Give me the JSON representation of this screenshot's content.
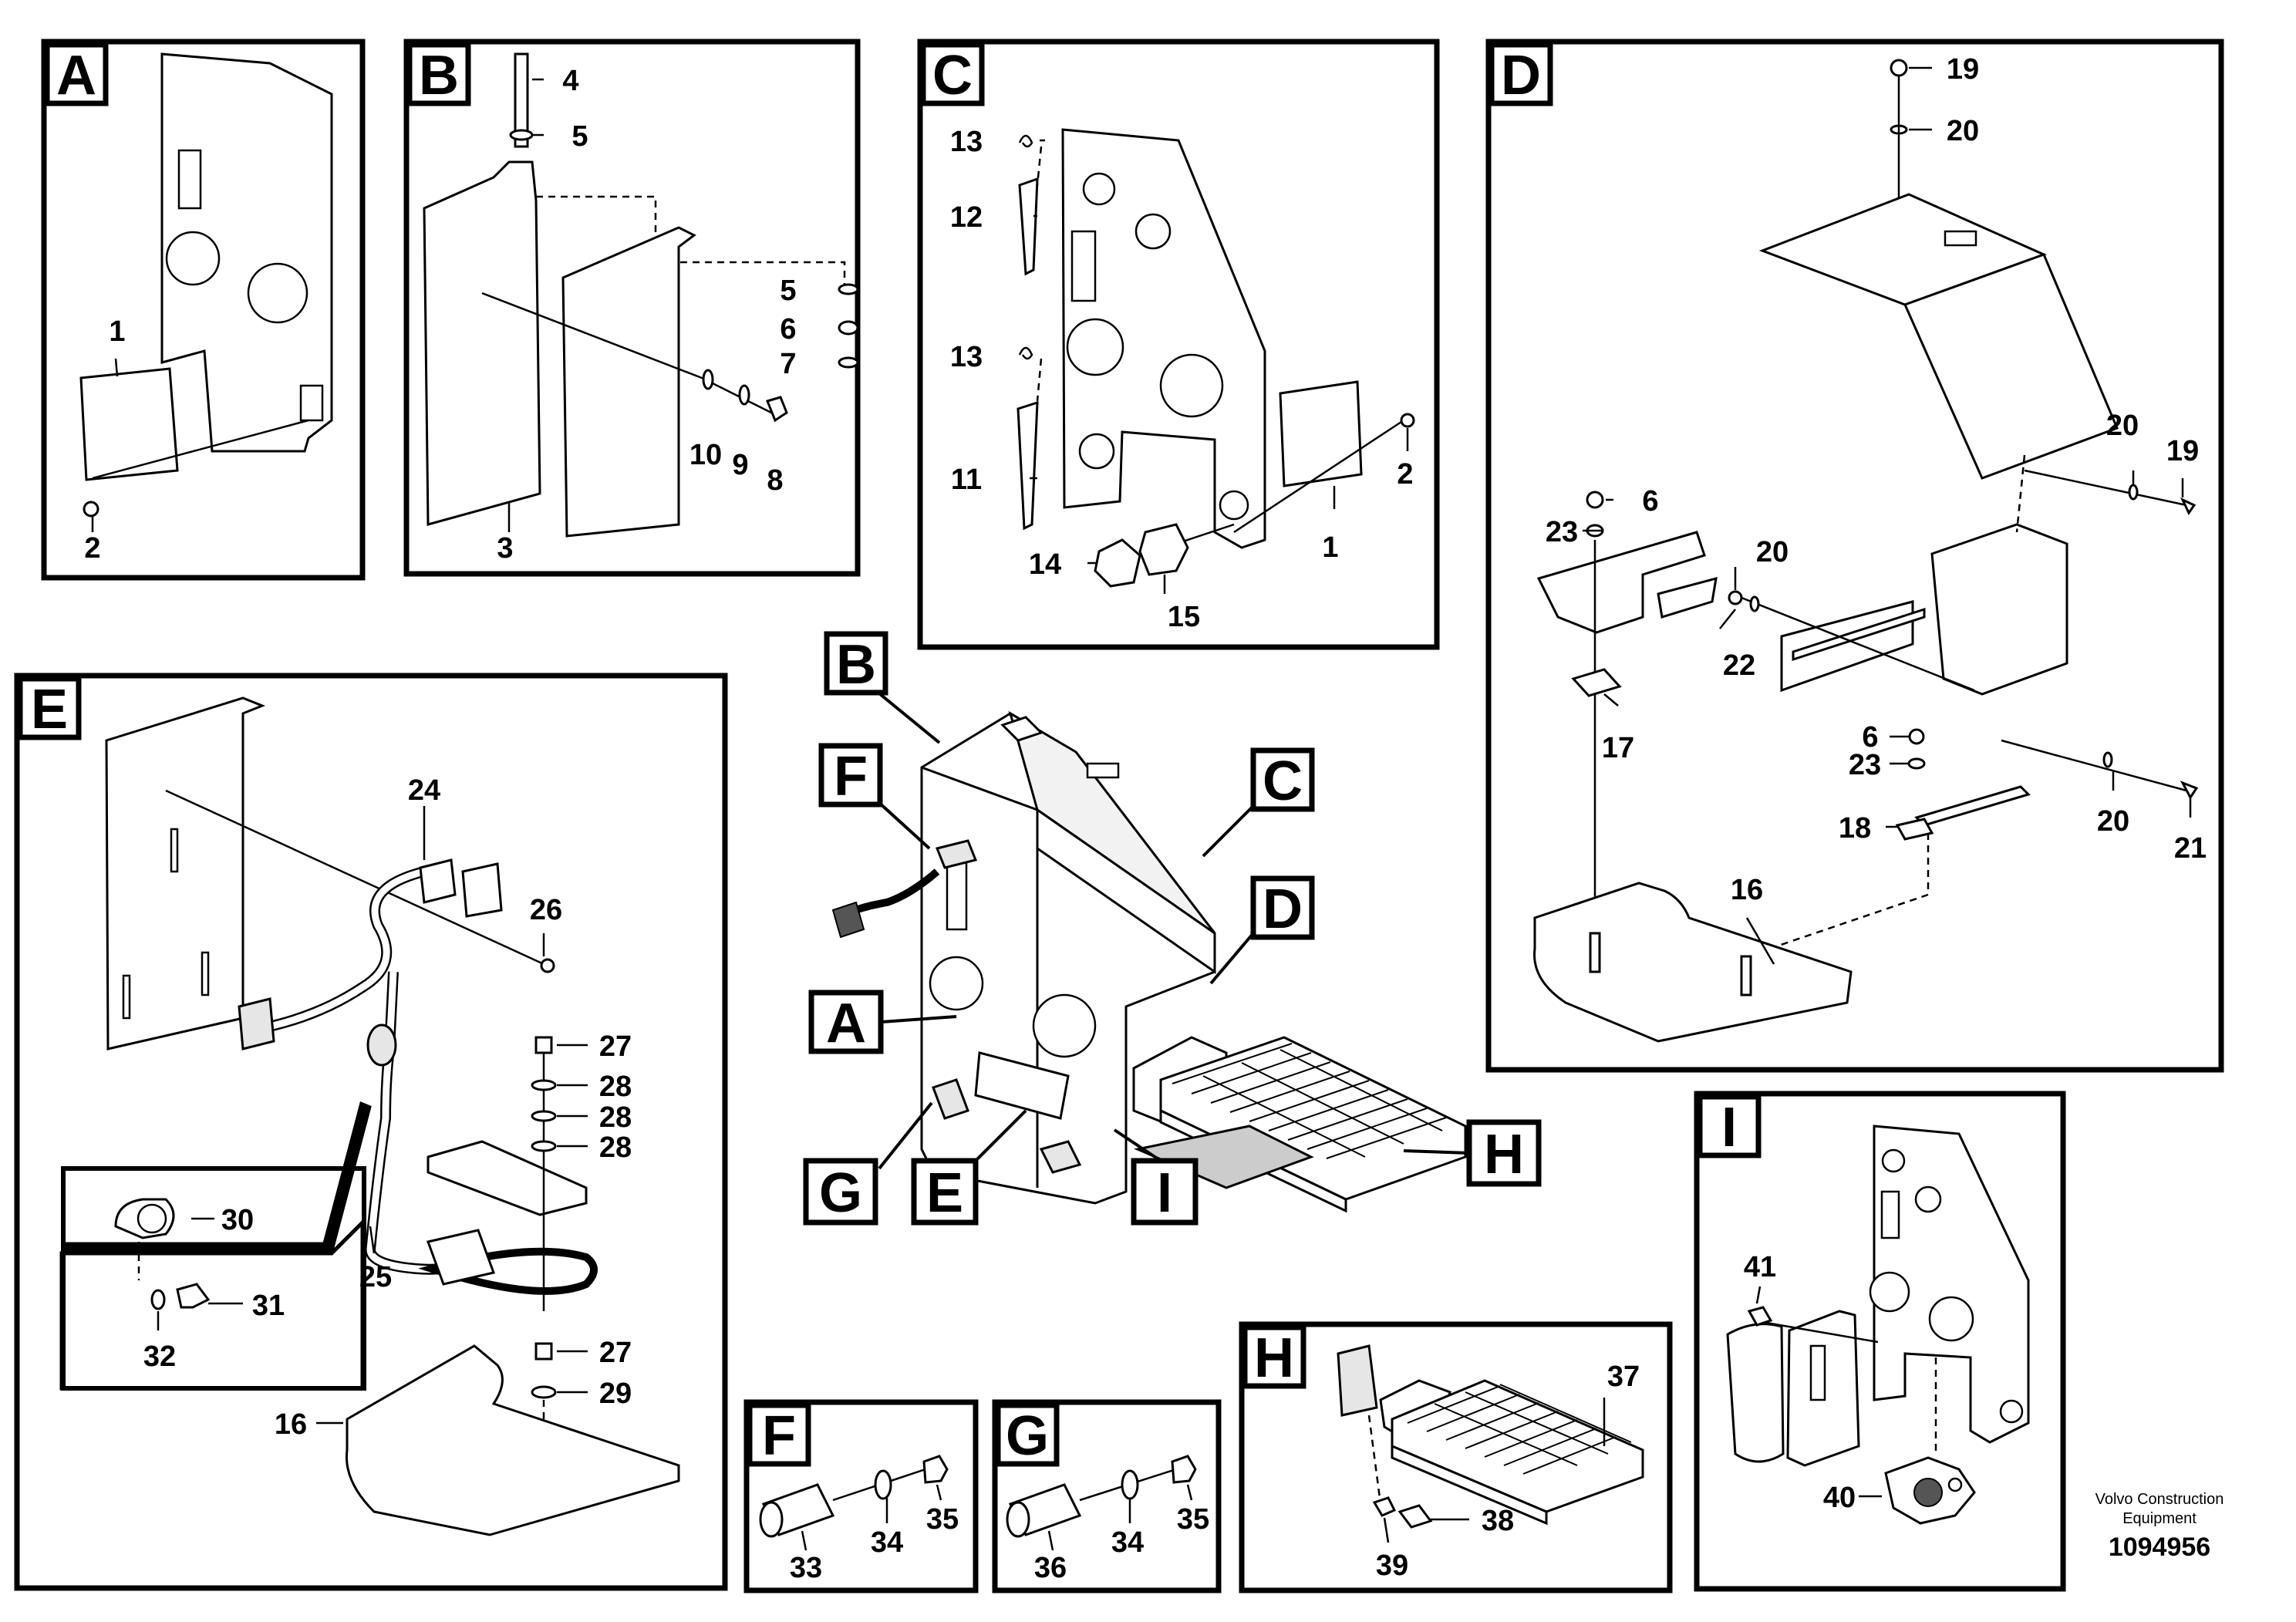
{
  "panels": {
    "A": {
      "letter": "A",
      "callouts": [
        "1",
        "2"
      ]
    },
    "B": {
      "letter": "B",
      "callouts": [
        "4",
        "5",
        "5",
        "6",
        "7",
        "10",
        "9",
        "8",
        "3"
      ]
    },
    "C": {
      "letter": "C",
      "callouts": [
        "13",
        "12",
        "13",
        "11",
        "14",
        "15",
        "2",
        "1"
      ]
    },
    "D": {
      "letter": "D",
      "callouts": [
        "19",
        "20",
        "20",
        "19",
        "6",
        "23",
        "20",
        "22",
        "17",
        "6",
        "23",
        "20",
        "21",
        "18",
        "16"
      ]
    },
    "E": {
      "letter": "E",
      "callouts": [
        "24",
        "26",
        "27",
        "28",
        "28",
        "28",
        "30",
        "31",
        "32",
        "25",
        "27",
        "29",
        "16"
      ]
    },
    "F": {
      "letter": "F",
      "callouts": [
        "33",
        "34",
        "35"
      ]
    },
    "G": {
      "letter": "G",
      "callouts": [
        "36",
        "34",
        "35"
      ]
    },
    "H": {
      "letter": "H",
      "callouts": [
        "37",
        "38",
        "39"
      ]
    },
    "I": {
      "letter": "I",
      "callouts": [
        "41",
        "40"
      ]
    }
  },
  "overview_labels": [
    "B",
    "F",
    "C",
    "D",
    "A",
    "G",
    "E",
    "I",
    "H"
  ],
  "credit": {
    "line1": "Volvo Construction",
    "line2": "Equipment",
    "drawing_number": "1094956"
  }
}
